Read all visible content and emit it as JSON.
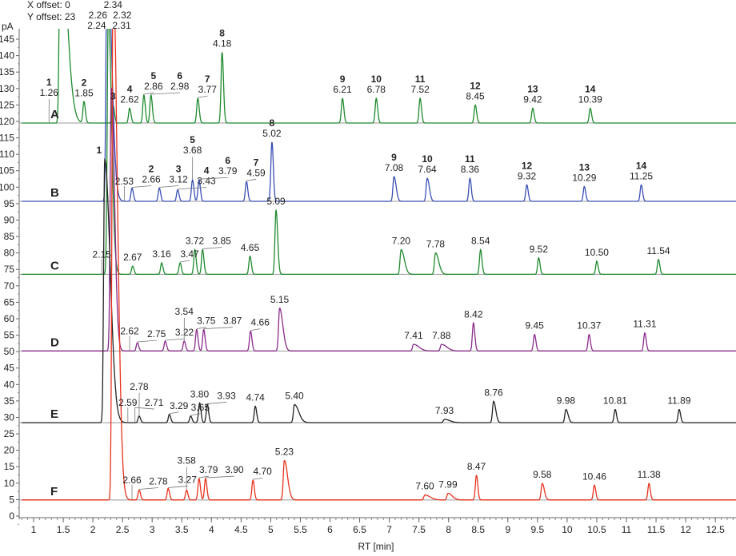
{
  "chart_data": {
    "type": "line",
    "title": "",
    "header": {
      "x_offset": "X offset: 0",
      "y_offset": "Y offset: 23"
    },
    "ylabel": "pA",
    "xlabel": "RT [min]",
    "xlim": [
      0.8,
      12.85
    ],
    "ylim": [
      -2,
      150
    ],
    "x_ticks": [
      "1",
      "1.5",
      "2",
      "2.5",
      "3",
      "3.5",
      "4",
      "4.5",
      "5",
      "5.5",
      "6",
      "6.5",
      "7",
      "7.5",
      "8",
      "8.5",
      "9",
      "9.5",
      "10",
      "10.5",
      "11",
      "11.5",
      "12",
      "12.5"
    ],
    "y_ticks": [
      0,
      5,
      10,
      15,
      20,
      25,
      30,
      35,
      40,
      45,
      50,
      55,
      60,
      65,
      70,
      75,
      80,
      85,
      90,
      95,
      100,
      105,
      110,
      115,
      120,
      125,
      130,
      135,
      140,
      145
    ],
    "solvent_labels": [
      {
        "text": "2.34",
        "rt": 2.34,
        "row": 3
      },
      {
        "text": "2.26",
        "rt": 2.26,
        "row": 2
      },
      {
        "text": "2.32",
        "rt": 2.32,
        "row": 2
      },
      {
        "text": "2.24",
        "rt": 2.24,
        "row": 1
      },
      {
        "text": "2.31",
        "rt": 2.31,
        "row": 1
      }
    ],
    "series": [
      {
        "name": "A",
        "color": "#1e8a2e",
        "baseline": 119.5,
        "peaks": [
          {
            "rt": 1.26,
            "h": 0,
            "label": "1.26",
            "num": "1"
          },
          {
            "rt": 1.45,
            "h": 60,
            "tail": 6
          },
          {
            "rt": 1.85,
            "h": 6.5,
            "label": "1.85",
            "num": "2"
          },
          {
            "rt": 2.34,
            "h": 5.5,
            "label": "",
            "num": "3"
          },
          {
            "rt": 2.62,
            "h": 4.5,
            "label": "2.62",
            "num": "4"
          },
          {
            "rt": 2.86,
            "h": 8.5,
            "label": "2.86",
            "num": "5"
          },
          {
            "rt": 2.98,
            "h": 8.5,
            "label": "2.98",
            "num": "6"
          },
          {
            "rt": 3.77,
            "h": 7.5,
            "label": "3.77",
            "num": "7"
          },
          {
            "rt": 4.18,
            "h": 21.5,
            "label": "4.18",
            "num": "8"
          },
          {
            "rt": 6.21,
            "h": 7.5,
            "label": "6.21",
            "num": "9"
          },
          {
            "rt": 6.78,
            "h": 7.5,
            "label": "6.78",
            "num": "10"
          },
          {
            "rt": 7.52,
            "h": 7.5,
            "label": "7.52",
            "num": "11"
          },
          {
            "rt": 8.45,
            "h": 5.5,
            "label": "8.45",
            "num": "12"
          },
          {
            "rt": 9.42,
            "h": 4.5,
            "label": "9.42",
            "num": "13"
          },
          {
            "rt": 10.39,
            "h": 4.5,
            "label": "10.39",
            "num": "14"
          }
        ]
      },
      {
        "name": "B",
        "color": "#3a4fb5",
        "baseline": 95.7,
        "peaks": [
          {
            "rt": 2.24,
            "h": 80,
            "tail": 4,
            "num": "1",
            "label": ""
          },
          {
            "rt": 2.53,
            "h": 0,
            "label": "2.53"
          },
          {
            "rt": 2.66,
            "h": 4,
            "label": "2.66",
            "num": "2"
          },
          {
            "rt": 3.12,
            "h": 4,
            "label": "3.12",
            "num": "3"
          },
          {
            "rt": 3.43,
            "h": 3.5,
            "label": "3.43",
            "num": "4"
          },
          {
            "rt": 3.68,
            "h": 6.5,
            "label": "3.68",
            "num": "5"
          },
          {
            "rt": 3.79,
            "h": 6.5,
            "label": "3.79",
            "num": "6"
          },
          {
            "rt": 4.59,
            "h": 6,
            "label": "4.59",
            "num": "7"
          },
          {
            "rt": 5.02,
            "h": 18,
            "label": "5.02",
            "num": "8"
          },
          {
            "rt": 7.08,
            "h": 7.5,
            "tail": 2,
            "label": "7.08",
            "num": "9"
          },
          {
            "rt": 7.64,
            "h": 7,
            "tail": 2,
            "label": "7.64",
            "num": "10"
          },
          {
            "rt": 8.36,
            "h": 7,
            "label": "8.36",
            "num": "11"
          },
          {
            "rt": 9.32,
            "h": 5,
            "label": "9.32",
            "num": "12"
          },
          {
            "rt": 10.29,
            "h": 4.5,
            "label": "10.29",
            "num": "13"
          },
          {
            "rt": 11.25,
            "h": 5,
            "label": "11.25",
            "num": "14"
          }
        ]
      },
      {
        "name": "C",
        "color": "#1e8a2e",
        "baseline": 73.5,
        "peaks": [
          {
            "rt": 2.15,
            "h": 0,
            "label": "2.15"
          },
          {
            "rt": 2.26,
            "h": 80,
            "tail": 3
          },
          {
            "rt": 2.67,
            "h": 2.5,
            "label": "2.67"
          },
          {
            "rt": 3.16,
            "h": 3.5,
            "label": "3.16"
          },
          {
            "rt": 3.47,
            "h": 3.5,
            "label": "3.47"
          },
          {
            "rt": 3.72,
            "h": 7.5,
            "label": "3.72"
          },
          {
            "rt": 3.85,
            "h": 7.5,
            "label": "3.85"
          },
          {
            "rt": 4.65,
            "h": 5.5,
            "label": "4.65"
          },
          {
            "rt": 5.09,
            "h": 19.5,
            "tail": 1.5,
            "label": "5.09"
          },
          {
            "rt": 7.2,
            "h": 7.5,
            "tail": 3,
            "label": "7.20"
          },
          {
            "rt": 7.78,
            "h": 6.5,
            "tail": 3,
            "label": "7.78"
          },
          {
            "rt": 8.54,
            "h": 7.5,
            "label": "8.54"
          },
          {
            "rt": 9.52,
            "h": 5,
            "label": "9.52"
          },
          {
            "rt": 10.5,
            "h": 4,
            "label": "10.50"
          },
          {
            "rt": 11.54,
            "h": 4.5,
            "label": "11.54"
          }
        ]
      },
      {
        "name": "D",
        "color": "#8a2a8a",
        "baseline": 50.2,
        "peaks": [
          {
            "rt": 2.31,
            "h": 80,
            "tail": 3
          },
          {
            "rt": 2.62,
            "h": 0,
            "label": "2.62"
          },
          {
            "rt": 2.75,
            "h": 2.5,
            "label": "2.75"
          },
          {
            "rt": 3.22,
            "h": 3,
            "label": "3.22"
          },
          {
            "rt": 3.54,
            "h": 3,
            "label": "3.54"
          },
          {
            "rt": 3.75,
            "h": 6.5,
            "label": "3.75"
          },
          {
            "rt": 3.87,
            "h": 6.5,
            "label": "3.87"
          },
          {
            "rt": 4.66,
            "h": 6,
            "label": "4.66"
          },
          {
            "rt": 5.15,
            "h": 13,
            "tail": 3,
            "label": "5.15"
          },
          {
            "rt": 7.41,
            "h": 2,
            "tail": 5,
            "label": "7.41"
          },
          {
            "rt": 7.88,
            "h": 2,
            "tail": 5,
            "label": "7.88"
          },
          {
            "rt": 8.42,
            "h": 8.5,
            "label": "8.42"
          },
          {
            "rt": 9.45,
            "h": 5,
            "label": "9.45"
          },
          {
            "rt": 10.37,
            "h": 5,
            "label": "10.37"
          },
          {
            "rt": 11.31,
            "h": 5.5,
            "label": "11.31"
          }
        ]
      },
      {
        "name": "E",
        "color": "#222222",
        "baseline": 28.4,
        "peaks": [
          {
            "rt": 2.2,
            "h": 80,
            "tail": 5
          },
          {
            "rt": 2.59,
            "h": 0,
            "label": "2.59"
          },
          {
            "rt": 2.71,
            "h": 0,
            "label": "2.71"
          },
          {
            "rt": 2.78,
            "h": 2,
            "label": "2.78"
          },
          {
            "rt": 3.29,
            "h": 2.5,
            "label": "3.29"
          },
          {
            "rt": 3.65,
            "h": 2,
            "label": "3.65"
          },
          {
            "rt": 3.8,
            "h": 6,
            "label": "3.80"
          },
          {
            "rt": 3.93,
            "h": 5.5,
            "label": "3.93"
          },
          {
            "rt": 4.74,
            "h": 5,
            "label": "4.74"
          },
          {
            "rt": 5.4,
            "h": 5.5,
            "tail": 4,
            "label": "5.40"
          },
          {
            "rt": 7.93,
            "h": 1,
            "tail": 5,
            "label": "7.93"
          },
          {
            "rt": 8.76,
            "h": 6.5,
            "tail": 2,
            "label": "8.76"
          },
          {
            "rt": 9.98,
            "h": 4,
            "tail": 2,
            "label": "9.98"
          },
          {
            "rt": 10.81,
            "h": 4,
            "label": "10.81"
          },
          {
            "rt": 11.89,
            "h": 4,
            "label": "11.89"
          }
        ]
      },
      {
        "name": "F",
        "color": "#e8321e",
        "baseline": 4.9,
        "peaks": [
          {
            "rt": 2.34,
            "h": 160,
            "tail": 4
          },
          {
            "rt": 2.66,
            "h": 0,
            "label": "2.66"
          },
          {
            "rt": 2.78,
            "h": 3,
            "label": "2.78"
          },
          {
            "rt": 3.27,
            "h": 3.5,
            "label": "3.27"
          },
          {
            "rt": 3.58,
            "h": 3,
            "label": "3.58"
          },
          {
            "rt": 3.79,
            "h": 6.5,
            "label": "3.79"
          },
          {
            "rt": 3.9,
            "h": 6.5,
            "label": "3.90"
          },
          {
            "rt": 4.7,
            "h": 6,
            "label": "4.70"
          },
          {
            "rt": 5.23,
            "h": 12,
            "tail": 3,
            "label": "5.23"
          },
          {
            "rt": 7.6,
            "h": 1.5,
            "tail": 5,
            "label": "7.60"
          },
          {
            "rt": 7.99,
            "h": 2,
            "tail": 4,
            "label": "7.99"
          },
          {
            "rt": 8.47,
            "h": 7.5,
            "label": "8.47"
          },
          {
            "rt": 9.58,
            "h": 5,
            "tail": 2,
            "label": "9.58"
          },
          {
            "rt": 10.46,
            "h": 4.5,
            "label": "10.46"
          },
          {
            "rt": 11.38,
            "h": 5,
            "label": "11.38"
          }
        ]
      }
    ]
  }
}
